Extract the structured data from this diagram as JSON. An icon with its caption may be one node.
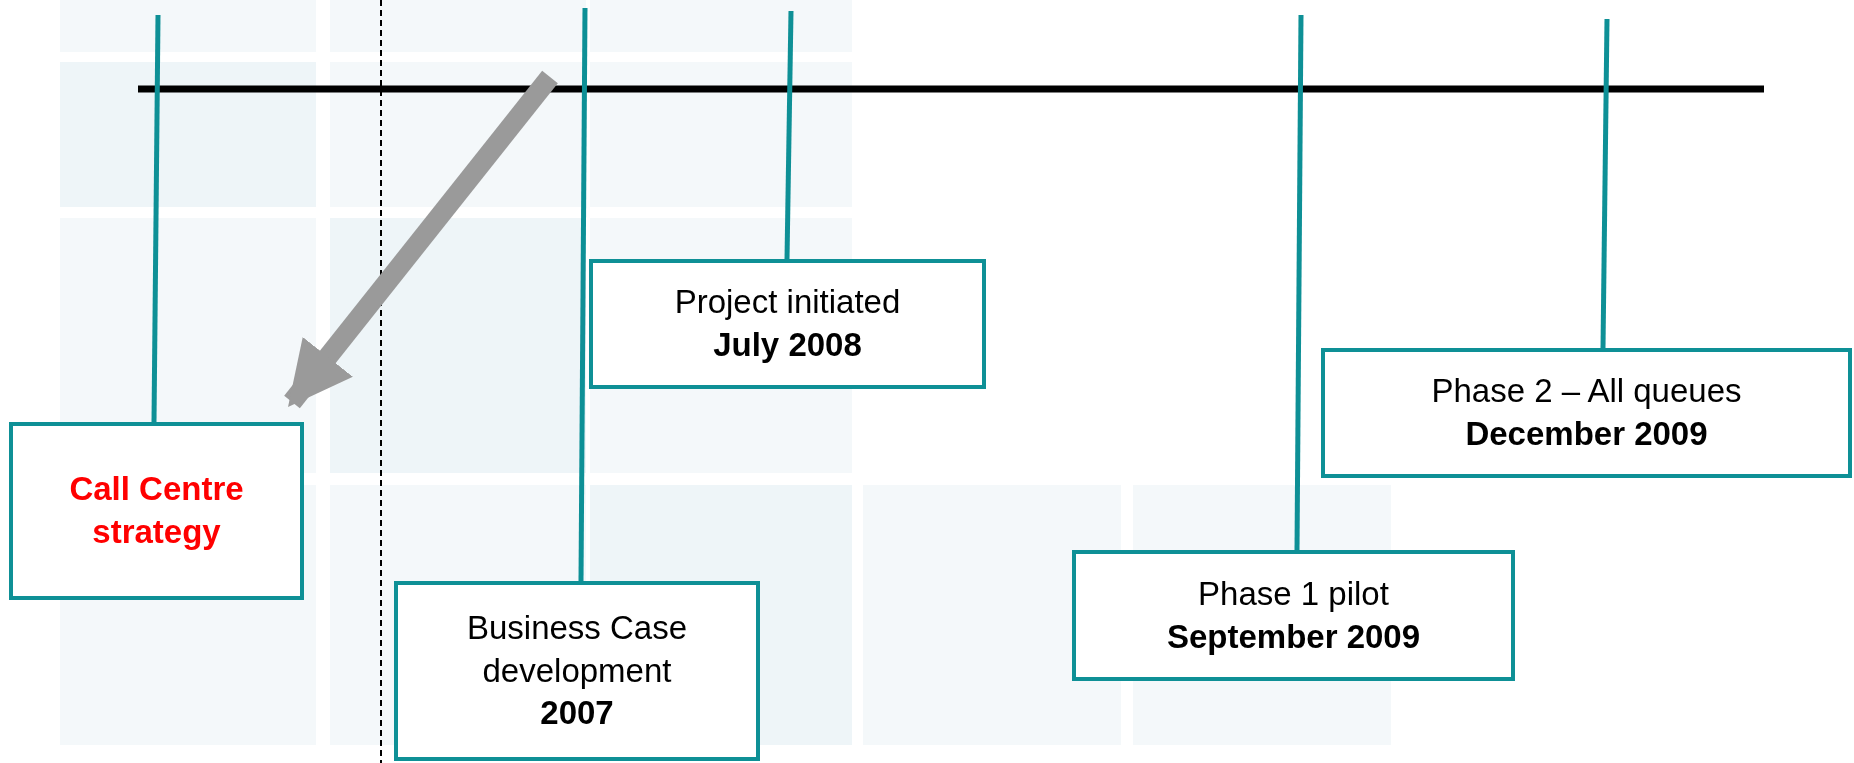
{
  "diagram": {
    "nodes": [
      {
        "text": [
          "Call Centre strategy"
        ]
      },
      {
        "text": [
          "Business Case development",
          "2007"
        ]
      },
      {
        "text": [
          "Project initiated",
          "July 2008"
        ]
      },
      {
        "text": [
          "Phase 1 pilot",
          "September 2009"
        ]
      },
      {
        "text": [
          "Phase 2 – All queues",
          "December 2009"
        ]
      }
    ],
    "edges": [
      {
        "from": null,
        "to": 0,
        "arrow": "none"
      },
      {
        "from": null,
        "to": 1,
        "arrow": "none"
      },
      {
        "from": null,
        "to": 2,
        "arrow": "none"
      },
      {
        "from": null,
        "to": 3,
        "arrow": "none"
      },
      {
        "from": null,
        "to": 4,
        "arrow": "none"
      },
      {
        "from": null,
        "to": 0,
        "arrow": "to",
        "style": "thick",
        "color": "#9a9a9a"
      }
    ]
  }
}
